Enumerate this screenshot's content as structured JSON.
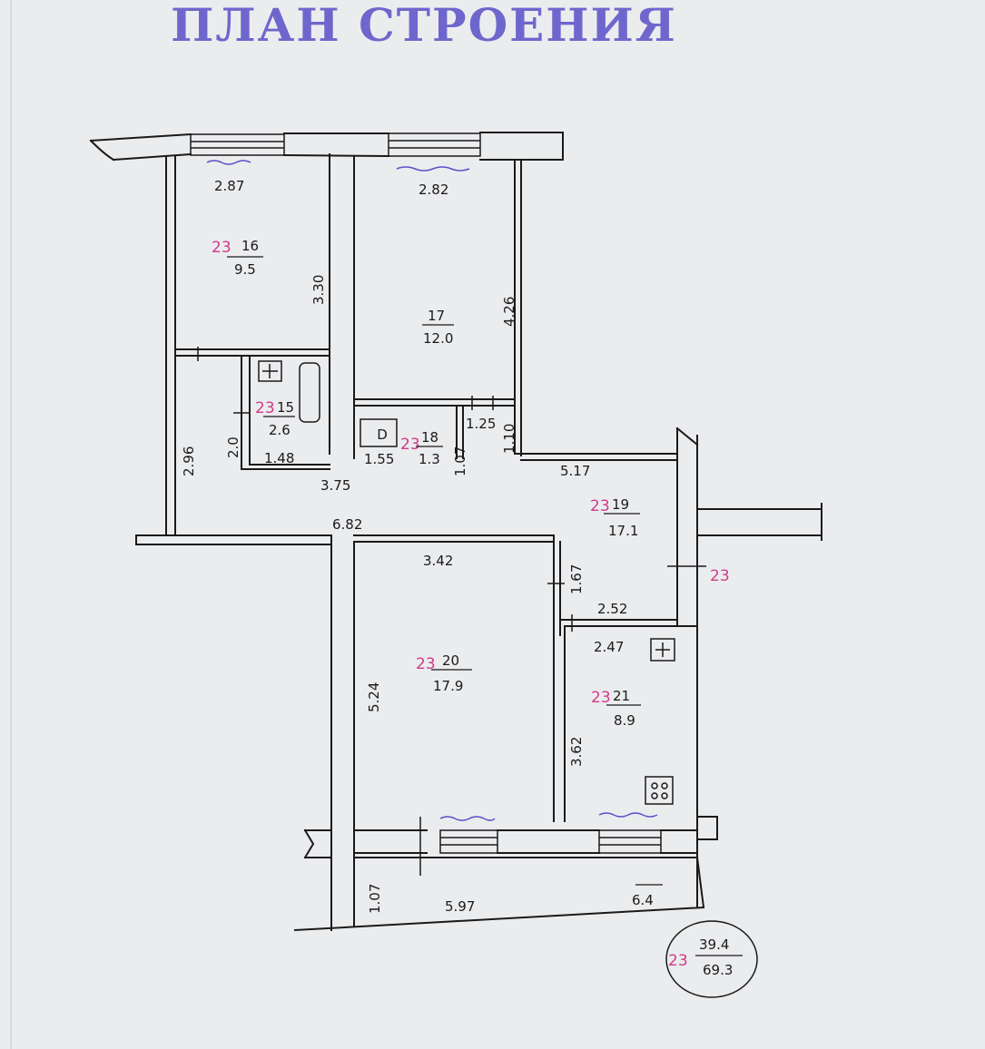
{
  "title": "ПЛАН СТРОЕНИЯ",
  "colors": {
    "stamp": "#5a4fc8",
    "ink": "#1a1a1a",
    "marker": "#d23a8a",
    "paper": "#ebecee"
  },
  "rooms": [
    {
      "mark": "23",
      "number": "16",
      "area": "9.5"
    },
    {
      "mark": "",
      "number": "17",
      "area": "12.0"
    },
    {
      "mark": "23",
      "number": "15",
      "area": "2.6"
    },
    {
      "mark": "23",
      "number": "18",
      "area": "1.3"
    },
    {
      "mark": "23",
      "number": "19",
      "area": "17.1"
    },
    {
      "mark": "23",
      "number": "20",
      "area": "17.9"
    },
    {
      "mark": "23",
      "number": "21",
      "area": "8.9"
    }
  ],
  "dimensions": [
    "2.87",
    "2.82",
    "3.30",
    "4.26",
    "2.96",
    "2.0",
    "1.48",
    "1.55",
    "1.07",
    "1.25",
    "1.10",
    "3.75",
    "5.17",
    "6.82",
    "3.42",
    "1.67",
    "2.52",
    "2.47",
    "5.24",
    "3.62",
    "1.07",
    "5.97"
  ],
  "balcony": {
    "number": "6.4"
  },
  "corridor_mark": "23",
  "totals": {
    "mark": "23",
    "living": "39.4",
    "total": "69.3"
  },
  "symbols": {
    "toilet_letter": "D"
  }
}
